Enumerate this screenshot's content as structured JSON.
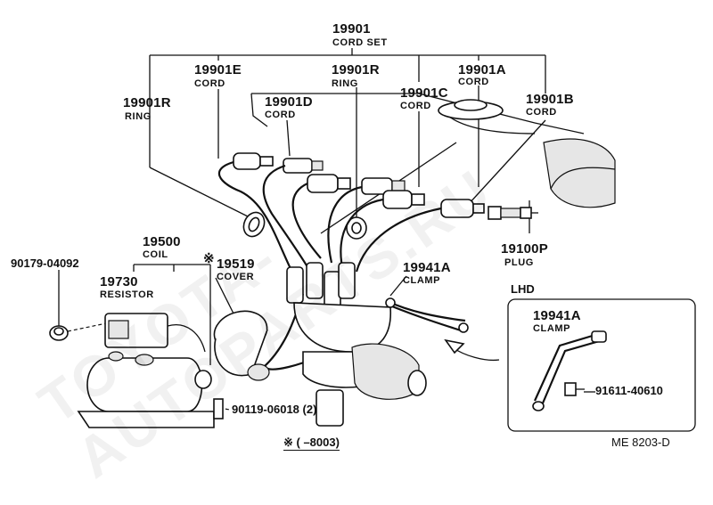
{
  "watermark": "TOYOTA-AUTOPARTS.RU",
  "labels": {
    "cord_set": {
      "num": "19901",
      "sub": "CORD SET"
    },
    "cord_e": {
      "num": "19901E",
      "sub": "CORD"
    },
    "ring_r_top": {
      "num": "19901R",
      "sub": "RING"
    },
    "cord_a": {
      "num": "19901A",
      "sub": "CORD"
    },
    "ring_r_left": {
      "num": "19901R",
      "sub": "RING"
    },
    "cord_d": {
      "num": "19901D",
      "sub": "CORD"
    },
    "cord_c": {
      "num": "19901C",
      "sub": "CORD"
    },
    "cord_b": {
      "num": "19901B",
      "sub": "CORD"
    },
    "coil": {
      "num": "19500",
      "sub": "COIL"
    },
    "bolt_top": {
      "num": "90179-04092"
    },
    "resistor": {
      "num": "19730",
      "sub": "RESISTOR"
    },
    "cover": {
      "num": "19519",
      "sub": "COVER",
      "mark": "※"
    },
    "clamp_main": {
      "num": "19941A",
      "sub": "CLAMP"
    },
    "plug": {
      "num": "19100P",
      "sub": "PLUG"
    },
    "lhd_title": "LHD",
    "clamp_lhd": {
      "num": "19941A",
      "sub": "CLAMP"
    },
    "bolt_lhd": "91611-40610",
    "bolt_bottom": "90119-06018 (2)",
    "footnote": "※ (      –8003)",
    "diagram_code": "ME 8203-D"
  }
}
